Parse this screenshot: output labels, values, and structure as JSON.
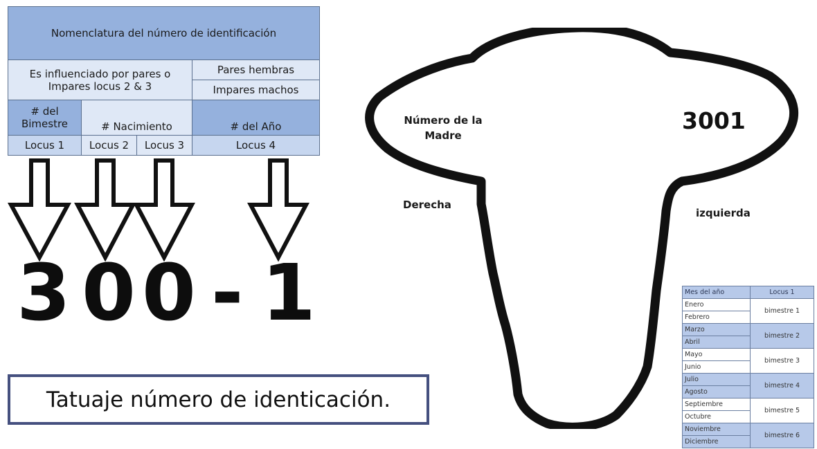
{
  "nomenclature": {
    "title": "Nomenclatura del número de identificación",
    "influence_text": "Es influenciado por pares o Impares locus 2 & 3",
    "even_label": "Pares hembras",
    "odd_label": "Impares machos",
    "bimester_label": "# del Bimestre",
    "birth_label": "# Nacimiento",
    "year_label": "# del Año",
    "locus": [
      "Locus 1",
      "Locus 2",
      "Locus 3",
      "Locus 4"
    ]
  },
  "tattoo_digits": [
    "3",
    "0",
    "0",
    "-",
    "1"
  ],
  "caption": "Tatuaje número de identicación.",
  "cow": {
    "left_ear_label": "Número de la Madre",
    "right_ear_number": "3001",
    "side_left": "Derecha",
    "side_right": "izquierda"
  },
  "months_table": {
    "header": [
      "Mes del año",
      "Locus 1"
    ],
    "rows": [
      {
        "months": [
          "Enero",
          "Febrero"
        ],
        "locus": "bimestre 1"
      },
      {
        "months": [
          "Marzo",
          "Abril"
        ],
        "locus": "bimestre 2"
      },
      {
        "months": [
          "Mayo",
          "Junio"
        ],
        "locus": "bimestre 3"
      },
      {
        "months": [
          "Julio",
          "Agosto"
        ],
        "locus": "bimestre 4"
      },
      {
        "months": [
          "Septiembre",
          "Octubre"
        ],
        "locus": "bimestre 5"
      },
      {
        "months": [
          "Noviembre",
          "Diciembre"
        ],
        "locus": "bimestre 6"
      }
    ]
  },
  "colors": {
    "table_dark": "#95b1dd",
    "table_mid": "#c6d6ef",
    "table_light": "#dfe8f6",
    "caption_border": "#45507f",
    "cow_outline": "#111111"
  }
}
